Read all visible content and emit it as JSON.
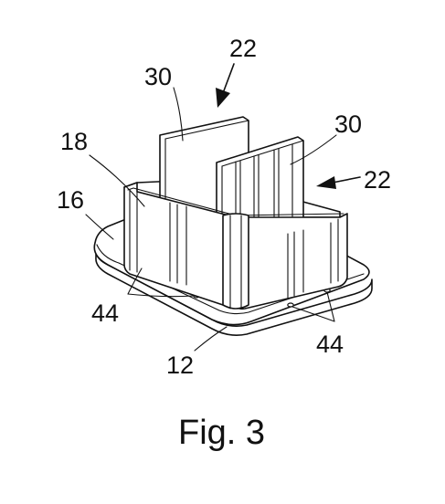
{
  "figure": {
    "caption": "Fig. 3",
    "labels": {
      "ref_22_top": "22",
      "ref_30_left": "30",
      "ref_30_right": "30",
      "ref_22_right": "22",
      "ref_18": "18",
      "ref_16": "16",
      "ref_44_left": "44",
      "ref_44_right": "44",
      "ref_12": "12"
    }
  }
}
